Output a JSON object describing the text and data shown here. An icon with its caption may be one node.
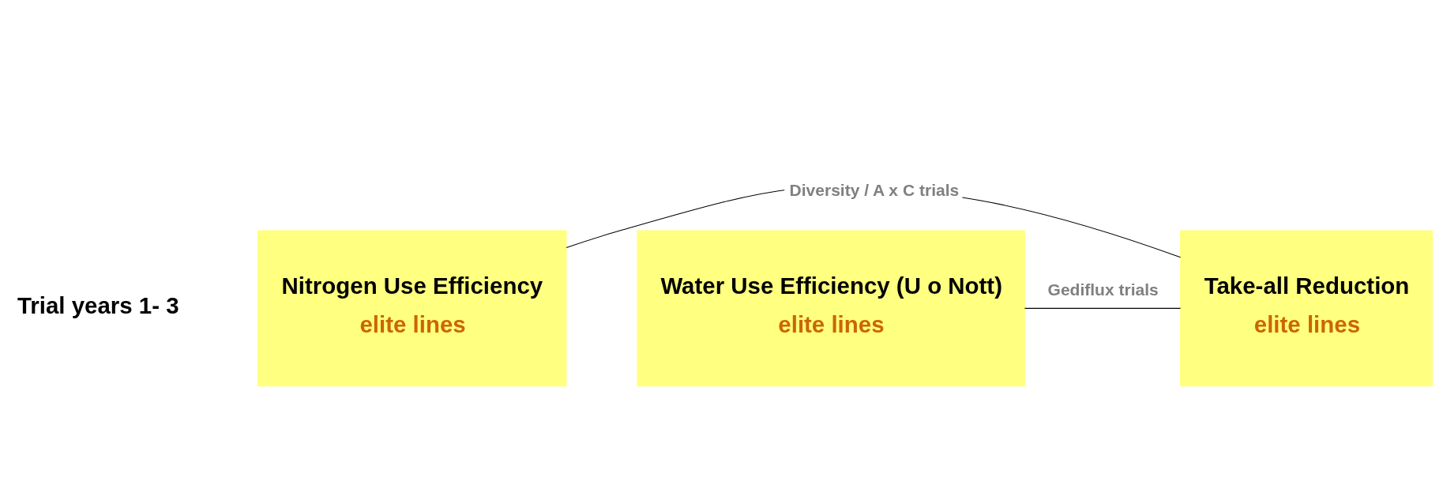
{
  "diagram": {
    "nodes": [
      {
        "text": [
          "Nitrogen Use Efficiency",
          "elite lines"
        ]
      },
      {
        "text": [
          "Water Use Efficiency (U o Nott)",
          "elite lines"
        ]
      },
      {
        "text": [
          "Take-all Reduction",
          "elite lines"
        ]
      }
    ],
    "edges": [
      {
        "from": 0,
        "to": 2,
        "arrow": "none",
        "label": "Diversity / A x C trials"
      },
      {
        "from": 1,
        "to": 2,
        "arrow": "none",
        "label": "Gediflux trials"
      }
    ],
    "labels": [
      "Trial years 1- 3"
    ]
  }
}
